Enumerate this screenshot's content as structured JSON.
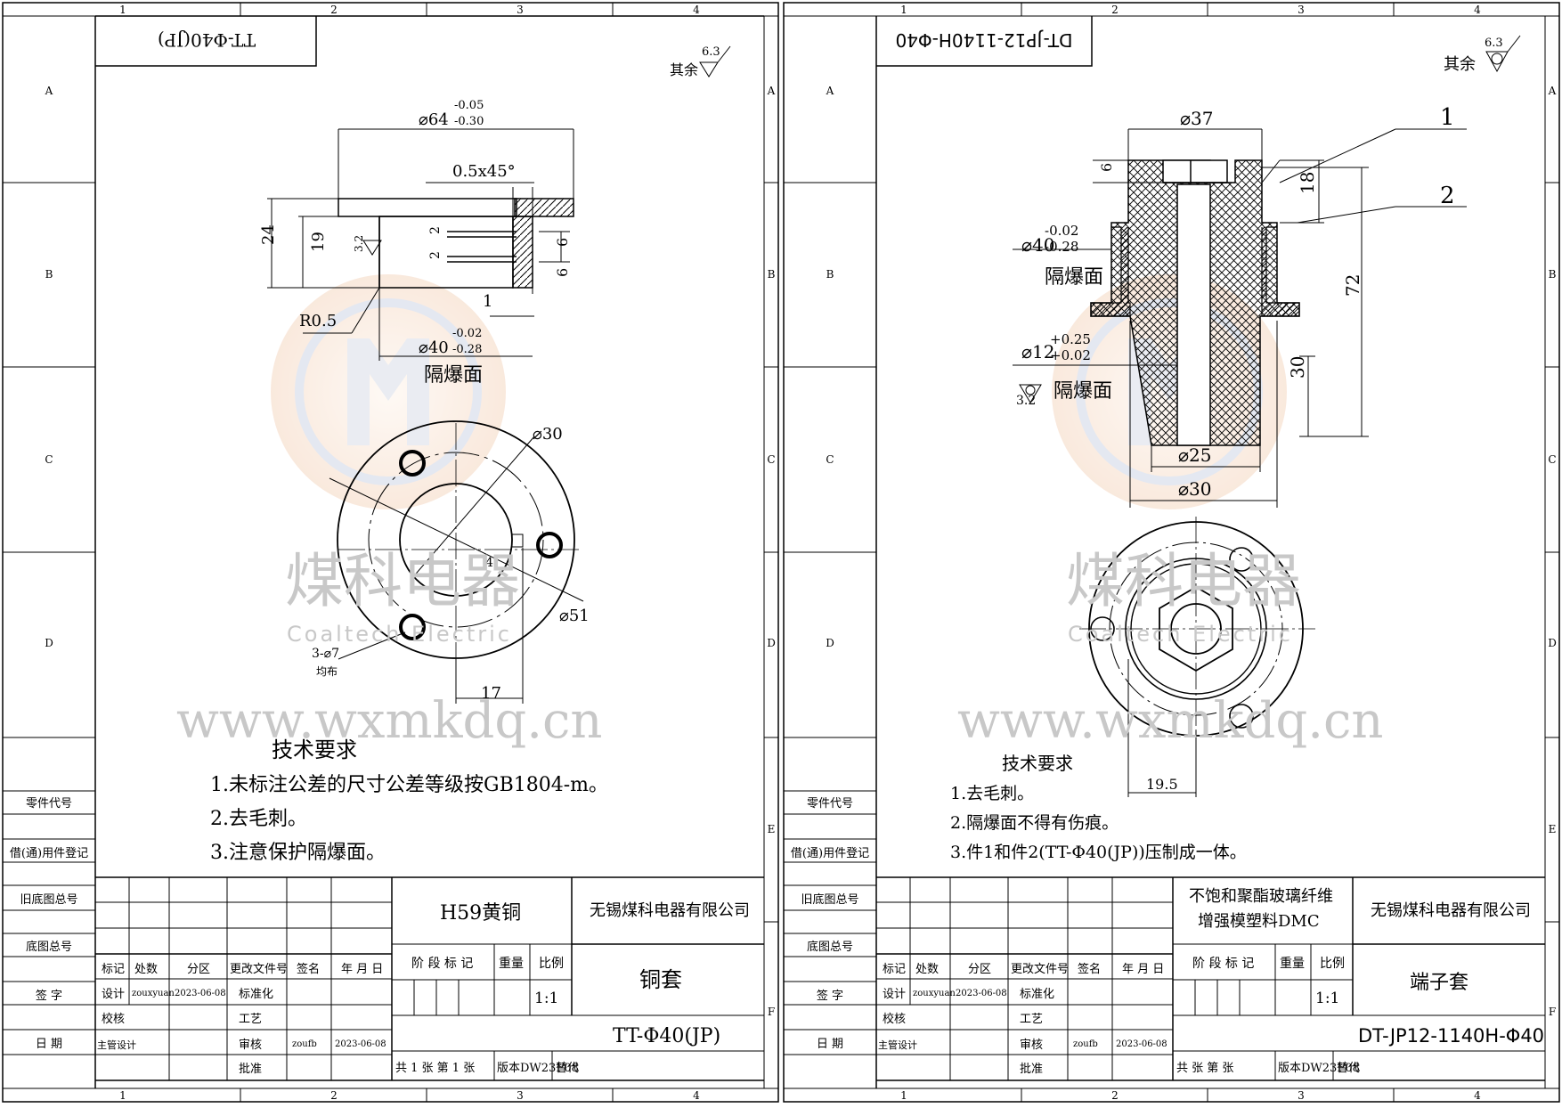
{
  "frame": {
    "cols": [
      "1",
      "2",
      "3",
      "4"
    ],
    "rows": [
      "A",
      "B",
      "C",
      "D",
      "E",
      "F"
    ],
    "side_labels": [
      "零件代号",
      "借(通)用件登记",
      "旧底图总号",
      "底图总号",
      "签 字",
      "日 期"
    ]
  },
  "watermark": {
    "brand_cn": "煤科电器",
    "brand_en": "Coaltech Electric",
    "url": "www.wxmkdq.cn"
  },
  "left": {
    "stamp": "TT-Φ40(JP)",
    "roughness_other": "其余",
    "roughness_value": "6.3",
    "dims": {
      "d64": "⌀64",
      "d64_tol_up": "-0.05",
      "d64_tol_lo": "-0.30",
      "chamfer": "0.5x45°",
      "h24": "24",
      "h19": "19",
      "r32": "3.2",
      "g2a": "2",
      "g2b": "2",
      "g6a": "6",
      "g6b": "6",
      "w1": "1",
      "r05": "R0.5",
      "d40": "⌀40",
      "d40_tol_up": "-0.02",
      "d40_tol_lo": "-0.28",
      "face": "隔爆面",
      "d30": "⌀30",
      "d51": "⌀51",
      "k4": "4",
      "holes": "3-⌀7",
      "holes_note": "均布",
      "w17": "17"
    },
    "notes_title": "技术要求",
    "notes": [
      "1.未标注公差的尺寸公差等级按GB1804-m。",
      "2.去毛刺。",
      "3.注意保护隔爆面。"
    ],
    "title_block": {
      "material": "H59黄铜",
      "company": "无锡煤科电器有限公司",
      "part_name": "铜套",
      "drawing_no": "TT-Φ40(JP)",
      "stage_label": "阶 段 标 记",
      "weight_label": "重量",
      "scale_label": "比例",
      "scale": "1:1",
      "hdr": [
        "标记",
        "处数",
        "分区",
        "更改文件号",
        "签名",
        "年 月 日"
      ],
      "row_design": "设计",
      "designer": "zouxyuan",
      "design_date": "2023-06-08",
      "std": "标准化",
      "row_check": "校核",
      "process": "工艺",
      "row_chief": "主管设计",
      "review": "审核",
      "reviewer": "zoufb",
      "review_date": "2023-06-08",
      "approve": "批准",
      "sheets": "共 1 张  第 1 张",
      "version": "版本DW23F08",
      "replace": "替代"
    }
  },
  "right": {
    "stamp": "DT-JP12-1140H-Φ40",
    "roughness_other": "其余",
    "roughness_value": "6.3",
    "dims": {
      "d37": "⌀37",
      "p1": "1",
      "p2": "2",
      "h6": "6",
      "h18": "18",
      "d40": "⌀40",
      "d40_tol_up": "-0.02",
      "d40_tol_lo": "-0.28",
      "face": "隔爆面",
      "h72": "72",
      "d12": "⌀12",
      "d12_tol_up": "+0.25",
      "d12_tol_lo": "+0.02",
      "r32": "3.2",
      "h30": "30",
      "d25": "⌀25",
      "d30": "⌀30",
      "w195": "19.5"
    },
    "notes_title": "技术要求",
    "notes": [
      "1.去毛刺。",
      "2.隔爆面不得有伤痕。",
      "3.件1和件2(TT-Φ40(JP))压制成一体。"
    ],
    "title_block": {
      "material_l1": "不饱和聚酯玻璃纤维",
      "material_l2": "增强模塑料DMC",
      "company": "无锡煤科电器有限公司",
      "part_name": "端子套",
      "drawing_no": "DT-JP12-1140H-Φ40",
      "stage_label": "阶 段 标 记",
      "weight_label": "重量",
      "scale_label": "比例",
      "scale": "1:1",
      "hdr": [
        "标记",
        "处数",
        "分区",
        "更改文件号",
        "签名",
        "年 月 日"
      ],
      "row_design": "设计",
      "designer": "zouxyuan",
      "design_date": "2023-06-08",
      "std": "标准化",
      "row_check": "校核",
      "process": "工艺",
      "row_chief": "主管设计",
      "review": "审核",
      "reviewer": "zoufb",
      "review_date": "2023-06-08",
      "approve": "批准",
      "sheets": "共  张  第  张",
      "version": "版本DW23F08",
      "replace": "替代"
    }
  }
}
